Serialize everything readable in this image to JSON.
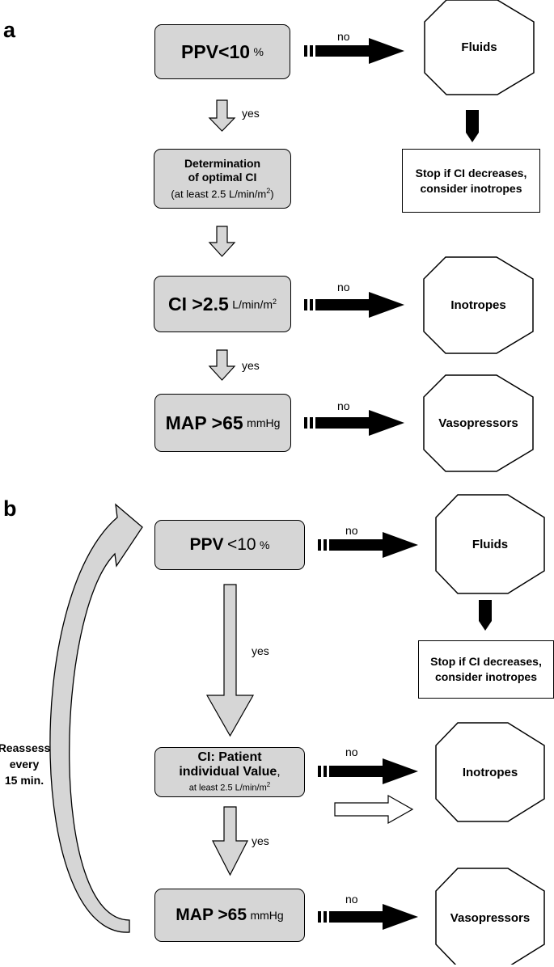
{
  "panel_a": {
    "label": "a",
    "box1": {
      "main": "PPV<10",
      "unit": "%"
    },
    "box2": {
      "line1": "Determination",
      "line2": "of optimal CI",
      "line3_prefix": "(at least 2.5 L/min/m",
      "line3_sup": "2",
      "line3_suffix": ")"
    },
    "box3": {
      "main": "CI >2.5",
      "unit": "L/min/m",
      "sup": "2"
    },
    "box4": {
      "main": "MAP >65",
      "unit": "mmHg"
    },
    "no_labels": [
      "no",
      "no",
      "no"
    ],
    "yes_labels": [
      "yes",
      "yes"
    ],
    "oct1": "Fluids",
    "oct2": "Inotropes",
    "oct3": "Vasopressors",
    "stop": {
      "line1": "Stop if CI decreases,",
      "line2": "consider inotropes"
    }
  },
  "panel_b": {
    "label": "b",
    "reassess": {
      "line1": "Reassess",
      "line2": "every",
      "line3": "15 min."
    },
    "box1": {
      "main": "PPV",
      "unit_lt": "<10",
      "unit": "%"
    },
    "box2": {
      "line1": "CI: Patient",
      "line2": "individual Value",
      "line2_suffix": ",",
      "line3_prefix": "at least 2.5 L/min/m",
      "line3_sup": "2"
    },
    "box3": {
      "main": "MAP >65",
      "unit": "mmHg"
    },
    "no_labels": [
      "no",
      "no",
      "no"
    ],
    "yes_labels": [
      "yes",
      "yes"
    ],
    "oct1": "Fluids",
    "oct2": "Inotropes",
    "oct3": "Vasopressors",
    "stop": {
      "line1": "Stop if CI decreases,",
      "line2": "consider inotropes"
    }
  }
}
